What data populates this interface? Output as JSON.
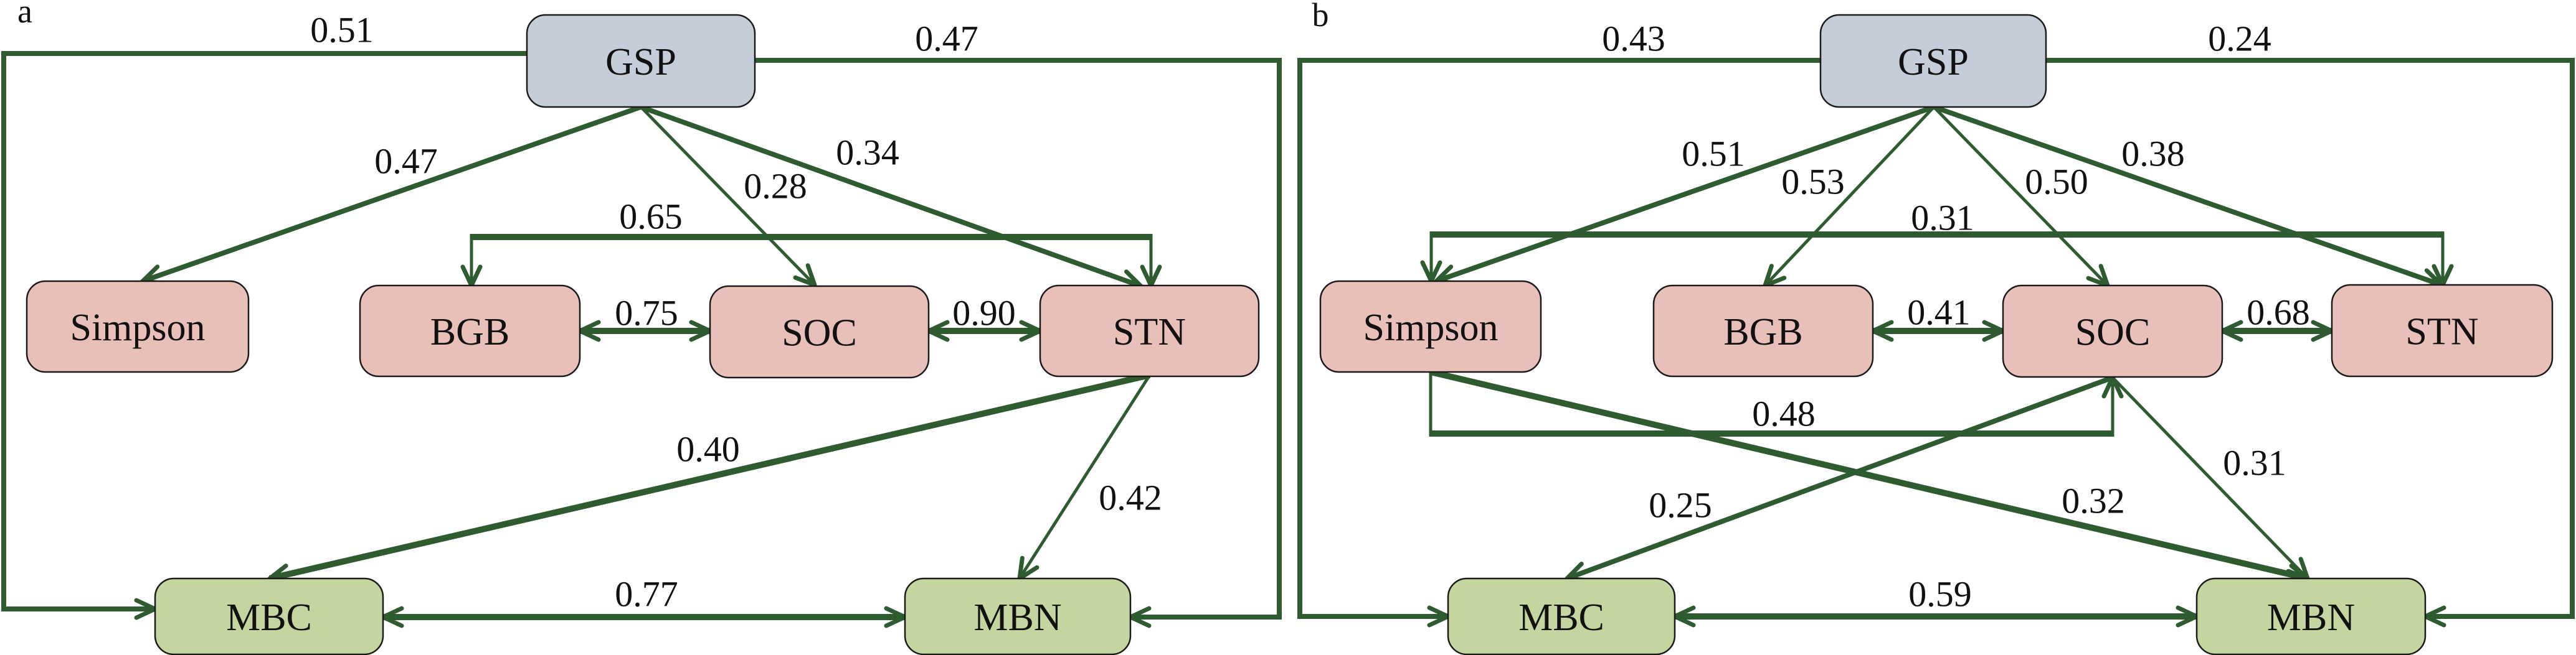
{
  "colors": {
    "edge": "#2f5b30",
    "exogenous_fill": "#c5cdd9",
    "soil_fill": "#e9bfba",
    "microbial_fill": "#c4d59f"
  },
  "panels": [
    {
      "id": "a",
      "label": "a",
      "nodes": [
        {
          "id": "GSP",
          "label": "GSP",
          "group": "exogenous"
        },
        {
          "id": "Simpson",
          "label": "Simpson",
          "group": "soil"
        },
        {
          "id": "BGB",
          "label": "BGB",
          "group": "soil"
        },
        {
          "id": "SOC",
          "label": "SOC",
          "group": "soil"
        },
        {
          "id": "STN",
          "label": "STN",
          "group": "soil"
        },
        {
          "id": "MBC",
          "label": "MBC",
          "group": "microbial"
        },
        {
          "id": "MBN",
          "label": "MBN",
          "group": "microbial"
        }
      ],
      "edges": [
        {
          "id": "a-gsp-mbc",
          "from": "GSP",
          "to": "MBC",
          "value": "0.51",
          "kind": "directed"
        },
        {
          "id": "a-gsp-mbn",
          "from": "GSP",
          "to": "MBN",
          "value": "0.47",
          "kind": "directed"
        },
        {
          "id": "a-gsp-simpson",
          "from": "GSP",
          "to": "Simpson",
          "value": "0.47",
          "kind": "directed"
        },
        {
          "id": "a-gsp-soc",
          "from": "GSP",
          "to": "SOC",
          "value": "0.28",
          "kind": "directed"
        },
        {
          "id": "a-gsp-stn",
          "from": "GSP",
          "to": "STN",
          "value": "0.34",
          "kind": "directed"
        },
        {
          "id": "a-bgb-stn",
          "from": "BGB",
          "to": "STN",
          "value": "0.65",
          "kind": "bidirectional"
        },
        {
          "id": "a-bgb-soc",
          "from": "BGB",
          "to": "SOC",
          "value": "0.75",
          "kind": "bidirectional"
        },
        {
          "id": "a-soc-stn",
          "from": "SOC",
          "to": "STN",
          "value": "0.90",
          "kind": "bidirectional"
        },
        {
          "id": "a-stn-mbc",
          "from": "STN",
          "to": "MBC",
          "value": "0.40",
          "kind": "directed"
        },
        {
          "id": "a-stn-mbn",
          "from": "STN",
          "to": "MBN",
          "value": "0.42",
          "kind": "directed"
        },
        {
          "id": "a-mbc-mbn",
          "from": "MBC",
          "to": "MBN",
          "value": "0.77",
          "kind": "bidirectional"
        }
      ]
    },
    {
      "id": "b",
      "label": "b",
      "nodes": [
        {
          "id": "GSP",
          "label": "GSP",
          "group": "exogenous"
        },
        {
          "id": "Simpson",
          "label": "Simpson",
          "group": "soil"
        },
        {
          "id": "BGB",
          "label": "BGB",
          "group": "soil"
        },
        {
          "id": "SOC",
          "label": "SOC",
          "group": "soil"
        },
        {
          "id": "STN",
          "label": "STN",
          "group": "soil"
        },
        {
          "id": "MBC",
          "label": "MBC",
          "group": "microbial"
        },
        {
          "id": "MBN",
          "label": "MBN",
          "group": "microbial"
        }
      ],
      "edges": [
        {
          "id": "b-gsp-mbc",
          "from": "GSP",
          "to": "MBC",
          "value": "0.43",
          "kind": "directed"
        },
        {
          "id": "b-gsp-mbn",
          "from": "GSP",
          "to": "MBN",
          "value": "0.24",
          "kind": "directed"
        },
        {
          "id": "b-gsp-simpson",
          "from": "GSP",
          "to": "Simpson",
          "value": "0.51",
          "kind": "directed"
        },
        {
          "id": "b-gsp-bgb",
          "from": "GSP",
          "to": "BGB",
          "value": "0.53",
          "kind": "directed"
        },
        {
          "id": "b-gsp-soc",
          "from": "GSP",
          "to": "SOC",
          "value": "0.50",
          "kind": "directed"
        },
        {
          "id": "b-gsp-stn",
          "from": "GSP",
          "to": "STN",
          "value": "0.38",
          "kind": "directed"
        },
        {
          "id": "b-simpson-stn",
          "from": "Simpson",
          "to": "STN",
          "value": "0.31",
          "kind": "bidirectional"
        },
        {
          "id": "b-bgb-soc",
          "from": "BGB",
          "to": "SOC",
          "value": "0.41",
          "kind": "bidirectional"
        },
        {
          "id": "b-soc-stn",
          "from": "SOC",
          "to": "STN",
          "value": "0.68",
          "kind": "bidirectional"
        },
        {
          "id": "b-simpson-soc",
          "from": "Simpson",
          "to": "SOC",
          "value": "0.48",
          "kind": "directed"
        },
        {
          "id": "b-soc-mbc",
          "from": "SOC",
          "to": "MBC",
          "value": "0.25",
          "kind": "directed"
        },
        {
          "id": "b-simpson-mbn",
          "from": "Simpson",
          "to": "MBN",
          "value": "0.32",
          "kind": "directed"
        },
        {
          "id": "b-soc-mbn",
          "from": "SOC",
          "to": "MBN",
          "value": "0.31",
          "kind": "directed"
        },
        {
          "id": "b-mbc-mbn",
          "from": "MBC",
          "to": "MBN",
          "value": "0.59",
          "kind": "bidirectional"
        }
      ]
    }
  ]
}
